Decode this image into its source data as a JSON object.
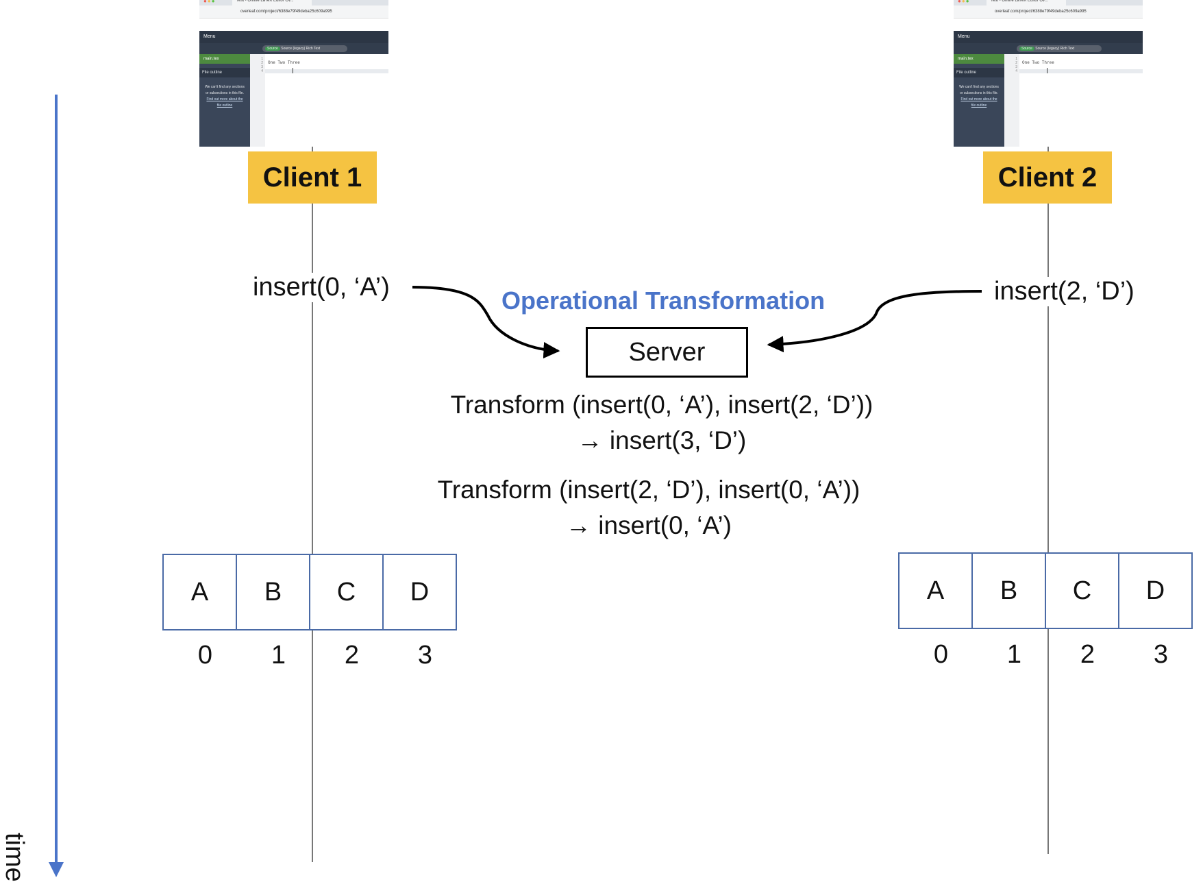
{
  "time_label": "time",
  "title": "Operational Transformation",
  "server_label": "Server",
  "clients": [
    {
      "badge": "Client 1",
      "operation": "insert(0, ‘A’)",
      "chars": [
        "A",
        "B",
        "C",
        "D"
      ],
      "indices": [
        "0",
        "1",
        "2",
        "3"
      ]
    },
    {
      "badge": "Client 2",
      "operation": "insert(2, ‘D’)",
      "chars": [
        "A",
        "B",
        "C",
        "D"
      ],
      "indices": [
        "0",
        "1",
        "2",
        "3"
      ]
    }
  ],
  "transforms": [
    {
      "expr": "Transform (insert(0, ‘A’), insert(2, ‘D’))",
      "result": "→ insert(3, ‘D’)"
    },
    {
      "expr": "Transform (insert(2, ‘D’), insert(0, ‘A’))",
      "result": "→ insert(0, ‘A’)"
    }
  ],
  "editor_thumbnail": {
    "tab_title": "Test - Online LaTeX Editor Ov...",
    "url": "overleaf.com/project/6388e79f49deba25c609a995",
    "menu": "Menu",
    "toolbar_tabs": [
      "Source",
      "Source (legacy)",
      "Rich Text"
    ],
    "file": "main.tex",
    "outline_label": "File outline",
    "outline_msg": "We can't find any sections or subsections in this file.",
    "outline_link": "Find out more about the file outline",
    "line_numbers": [
      "1",
      "2",
      "3",
      "4"
    ],
    "code_line": "One Two Three"
  },
  "colors": {
    "axis": "#4a74c9",
    "badge": "#f5c342",
    "cell_border": "#4a6aa6",
    "title": "#4a74c9"
  }
}
